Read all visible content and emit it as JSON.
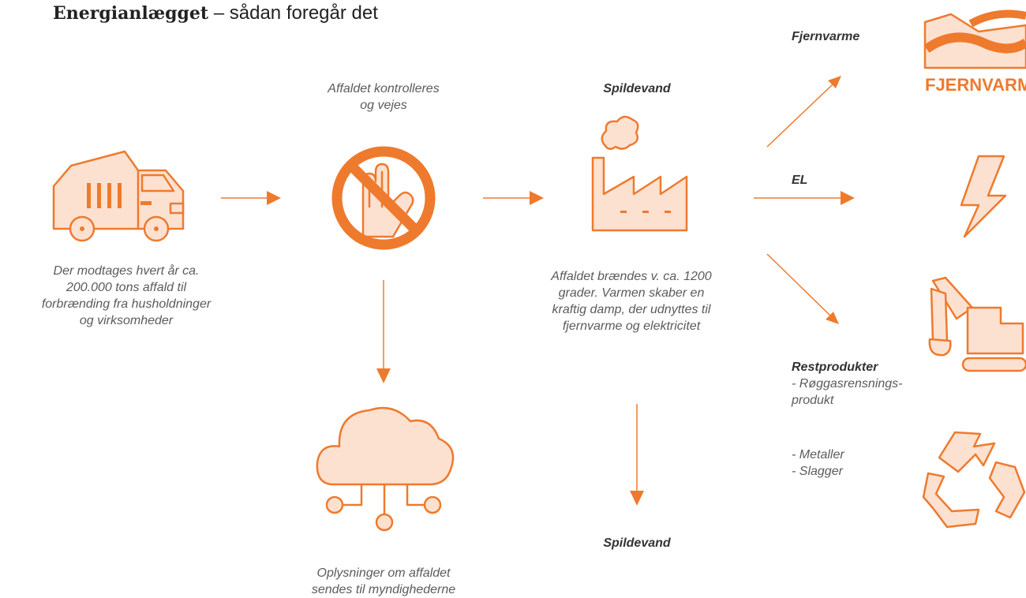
{
  "title": {
    "bold": "Energianlægget",
    "rest": " – sådan foregår det"
  },
  "colors": {
    "accent": "#ee7a2e",
    "fill": "#fde1d0",
    "text": "#5b5b5b"
  },
  "steps": {
    "truck": {
      "icon": "garbage-truck-icon",
      "caption": [
        "Der modtages hvert år ca.",
        "200.000 tons affald til",
        "forbrænding fra husholdninger",
        "og virksomheder"
      ]
    },
    "control": {
      "icon": "no-entry-hand-icon",
      "label": [
        "Affaldet kontrolleres",
        "og vejes"
      ]
    },
    "cloud": {
      "icon": "cloud-network-icon",
      "caption": [
        "Oplysninger om affaldet",
        "sendes til myndighederne"
      ]
    },
    "factory": {
      "icon": "factory-icon",
      "label_top": "Spildevand",
      "caption": [
        "Affaldet brændes v. ca. 1200",
        "grader. Varmen skaber en",
        "kraftig damp, der udnyttes til",
        "fjernvarme og elektricitet"
      ],
      "label_bottom": "Spildevand"
    }
  },
  "outputs": {
    "fjernvarme": {
      "label": "Fjernvarme",
      "icon": "fjernvarme-logo-icon",
      "logo_text": "FJERNVARM"
    },
    "el": {
      "label": "EL",
      "icon": "lightning-icon"
    },
    "restprodukter": {
      "label": "Restprodukter",
      "items": [
        "- Røggasrensnings-",
        "produkt"
      ],
      "icon": "excavator-icon"
    },
    "metals": {
      "items": [
        "- Metaller",
        "- Slagger"
      ],
      "icon": "recycle-icon"
    }
  }
}
